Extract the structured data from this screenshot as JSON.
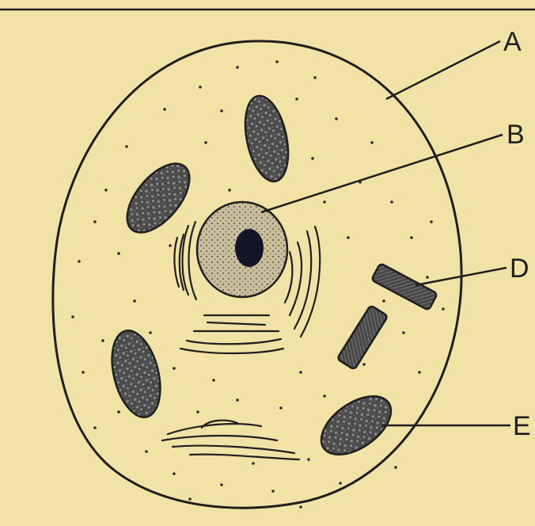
{
  "labels": {
    "a": "A",
    "b": "B",
    "d": "D",
    "e": "E"
  },
  "colors": {
    "background": "#f1e3a6",
    "ink": "#1e1e1e",
    "organelle_fill": "#565656",
    "nucleus_fill": "#c8c0a0",
    "nucleolus_fill": "#141428",
    "rod_fill": "#4a4a4a"
  }
}
